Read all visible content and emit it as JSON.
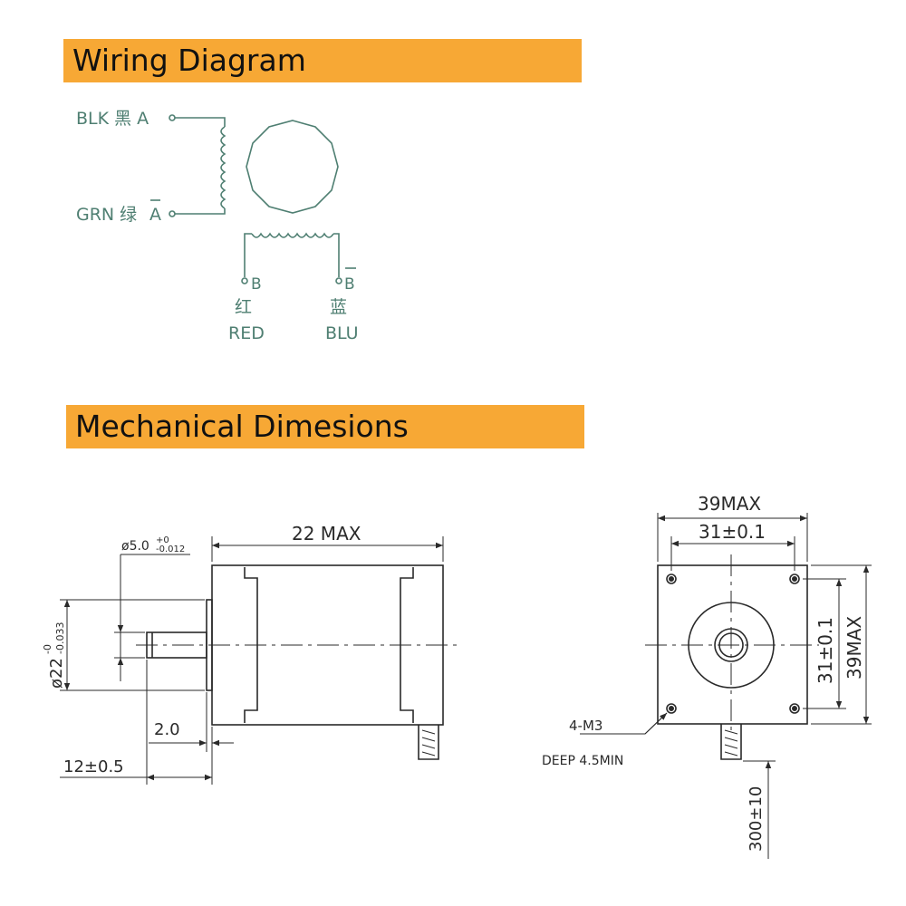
{
  "sections": {
    "wiring_title": "Wiring Diagram",
    "mech_title": "Mechanical Dimesions"
  },
  "wiring": {
    "blk": "BLK 黑 A",
    "grn_prefix": "GRN 绿 ",
    "grn_pole": "A",
    "red_pole": "B",
    "red_cn": "红",
    "red_en": "RED",
    "blu_pole": "B",
    "blu_cn": "蓝",
    "blu_en": "BLU"
  },
  "side_view": {
    "length_max": "22 MAX",
    "shaft_dia": "ø5.0",
    "shaft_tol_upper": "+0",
    "shaft_tol_lower": "-0.012",
    "boss_dia": "ø22",
    "boss_tol_upper": "-0",
    "boss_tol_lower": "-0.033",
    "boss_height": "2.0",
    "shaft_length": "12±0.5"
  },
  "front_view": {
    "width_max": "39MAX",
    "hole_spacing": "31±0.1",
    "height_max": "39MAX",
    "hole_spacing_v": "31±0.1",
    "thread": "4-M3",
    "thread_depth": "DEEP 4.5MIN",
    "lead_length": "300±10"
  }
}
